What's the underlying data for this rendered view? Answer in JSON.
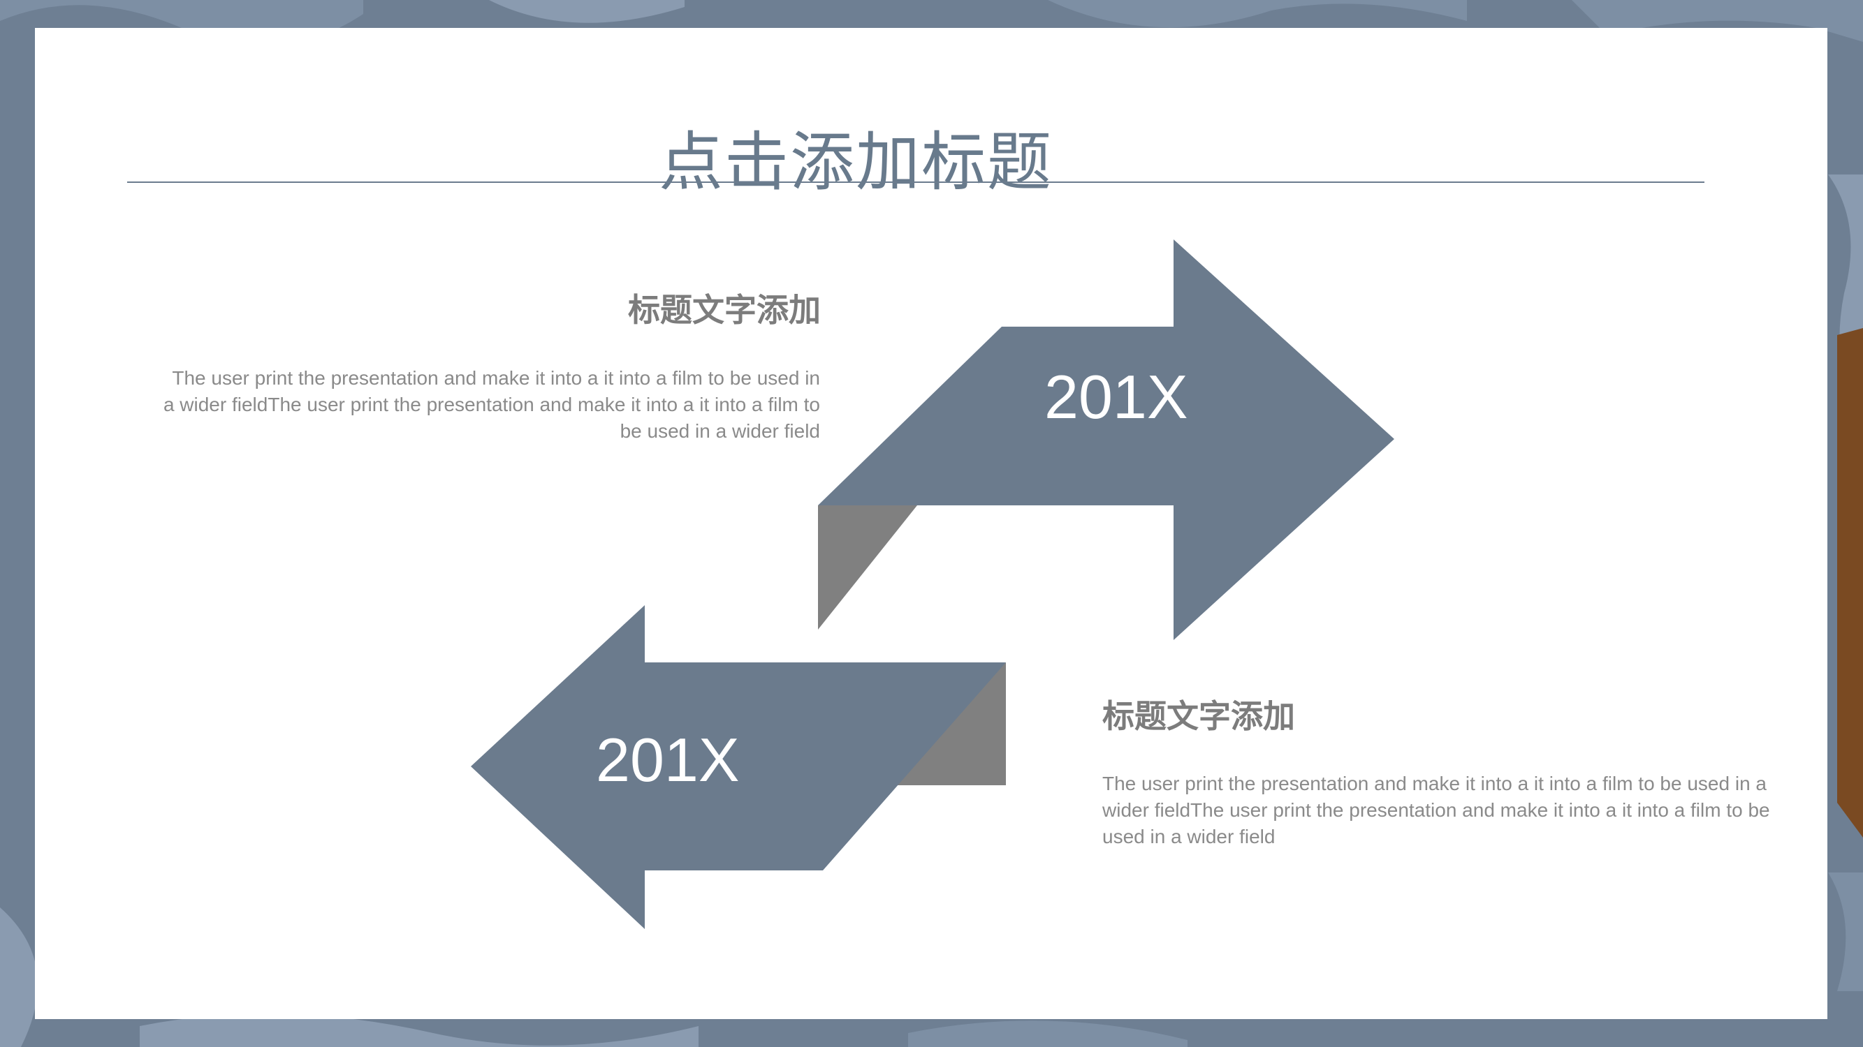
{
  "slide": {
    "title": "点击添加标题",
    "colors": {
      "accent": "#6b7b8d",
      "shadow": "#808080",
      "frame": "#6e7f93",
      "frame_highlight": "#8a9bb0",
      "wood": "#7a4a22",
      "heading_text": "#7c7c7c",
      "body_text": "#8a8a8a"
    }
  },
  "arrows": [
    {
      "direction": "right",
      "label": "201X"
    },
    {
      "direction": "left",
      "label": "201X"
    }
  ],
  "blocks": [
    {
      "heading": "标题文字添加",
      "body": "The user print the presentation and make it into a it into a film to be used in a wider fieldThe user print the presentation and make it into a it into a film to be used in a wider field"
    },
    {
      "heading": "标题文字添加",
      "body": "The user print the presentation and make it into a it into a film to be used in a wider fieldThe user print the presentation and make it into a it into a film to be used in a wider field"
    }
  ]
}
